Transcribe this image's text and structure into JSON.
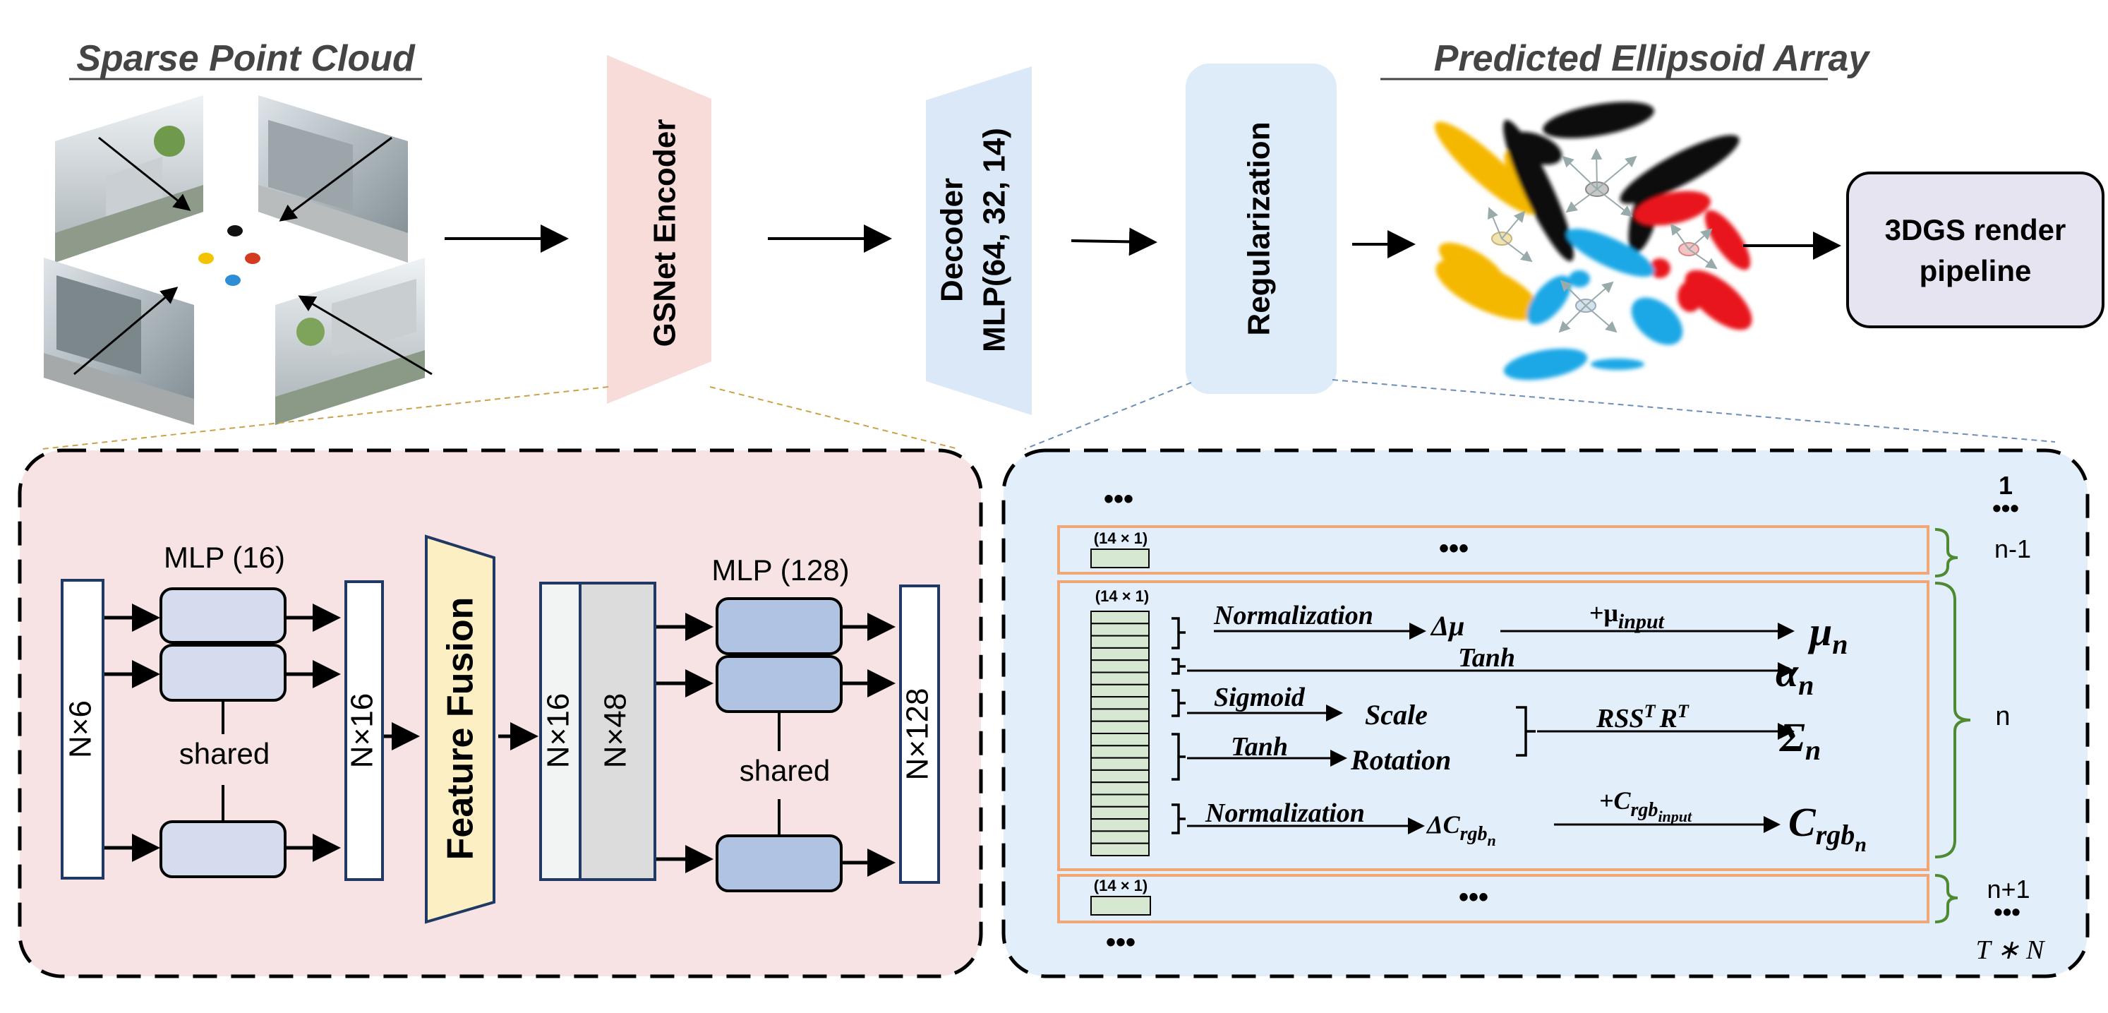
{
  "top": {
    "sparse_title": "Sparse Point Cloud",
    "predicted_title": "Predicted Ellipsoid Array",
    "encoder_label": "GSNet Encoder",
    "decoder_line1": "Decoder",
    "decoder_line2": "MLP(64, 32, 14)",
    "regularization_label": "Regularization",
    "render_line1": "3DGS render",
    "render_line2": "pipeline"
  },
  "encoder_detail": {
    "input_label": "N×6",
    "mlp1_label": "MLP (16)",
    "shared_label_1": "shared",
    "n16_label": "N×16",
    "fusion_label": "Feature Fusion",
    "concat_a_label": "N×16",
    "concat_b_label": "N×48",
    "mlp2_label": "MLP (128)",
    "shared_label_2": "shared",
    "output_label": "N×128"
  },
  "regularization_detail": {
    "vector_label": "(14 × 1)",
    "dots": "•••",
    "row_labels": {
      "top": "1",
      "prev": "n-1",
      "current": "n",
      "next": "n+1",
      "total": "T ∗ N"
    },
    "ops": {
      "normalization_1": "Normalization",
      "delta_mu": "Δμ",
      "plus_mu": "+μ",
      "mu_sub": "input",
      "mu_out": "μ",
      "mu_out_sub": "n",
      "tanh_1": "Tanh",
      "alpha_out": "α",
      "alpha_out_sub": "n",
      "sigmoid": "Sigmoid",
      "scale": "Scale",
      "tanh_2": "Tanh",
      "rotation": "Rotation",
      "rss": "RSS",
      "rss_sup": "T",
      "r_letter": "R",
      "r_sup": "T",
      "sigma_out": "Σ",
      "sigma_out_sub": "n",
      "normalization_2": "Normalization",
      "delta_c": "ΔC",
      "delta_c_sub": "rgb",
      "delta_c_subsub": "n",
      "plus_c": "+C",
      "plus_c_sub": "rgb",
      "plus_c_subsub": "input",
      "c_out": "C",
      "c_out_sub": "rgb",
      "c_out_subsub": "n"
    }
  },
  "colors": {
    "encoder_panel": "#f7e3e3",
    "reg_panel": "#e3eefb",
    "encoder_trap": "#f8dcda",
    "decoder_trap": "#dbe8f7",
    "reg_box": "#deebf9",
    "render_box": "#e6e4f1",
    "mlp_block": "#d4dcee",
    "mlp_block_dark": "#b1c3e3",
    "fusion": "#fbefc3",
    "vector_fill": "#d6e8d2",
    "row_border": "#f0a676",
    "brace_green": "#4d8a32",
    "ellipse_yellow": "#f5b800",
    "ellipse_black": "#111111",
    "ellipse_red": "#e8141a",
    "ellipse_blue": "#1da8e6"
  }
}
